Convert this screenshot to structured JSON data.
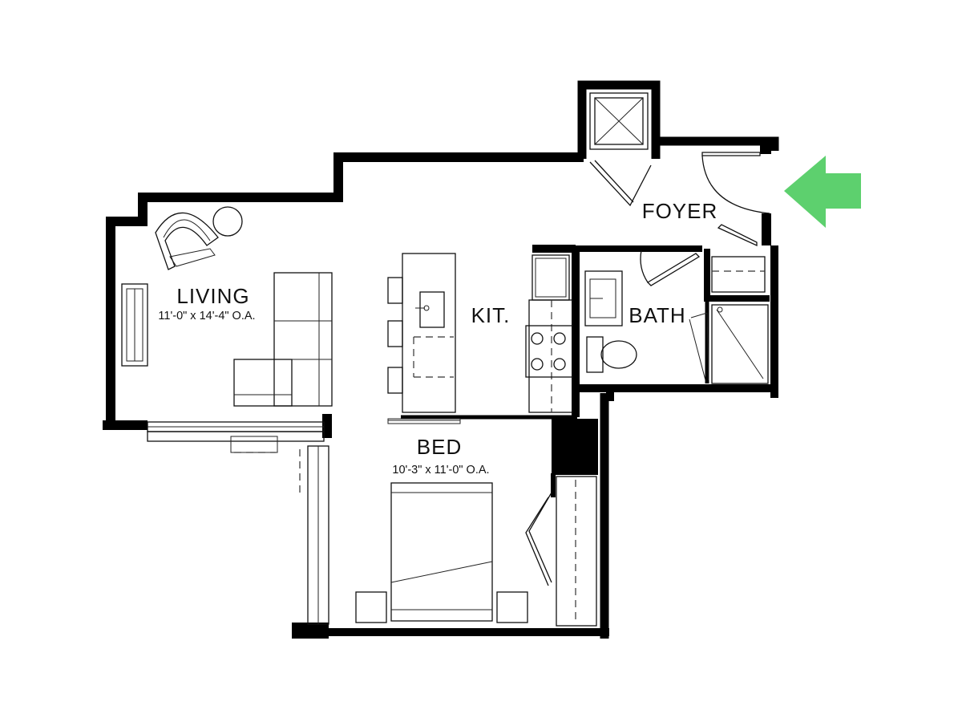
{
  "rooms": {
    "foyer": {
      "name": "FOYER"
    },
    "living": {
      "name": "LIVING",
      "dimensions": "11'-0\" x 14'-4\" O.A."
    },
    "kitchen": {
      "name": "KIT."
    },
    "bath": {
      "name": "BATH"
    },
    "bed": {
      "name": "BED",
      "dimensions": "10'-3\" x 11'-0\" O.A."
    }
  },
  "entry_marker": {
    "icon": "entry-arrow-icon",
    "color": "#5dd06e"
  },
  "colors": {
    "wall": "#000000",
    "line": "#111111",
    "background": "#ffffff"
  }
}
